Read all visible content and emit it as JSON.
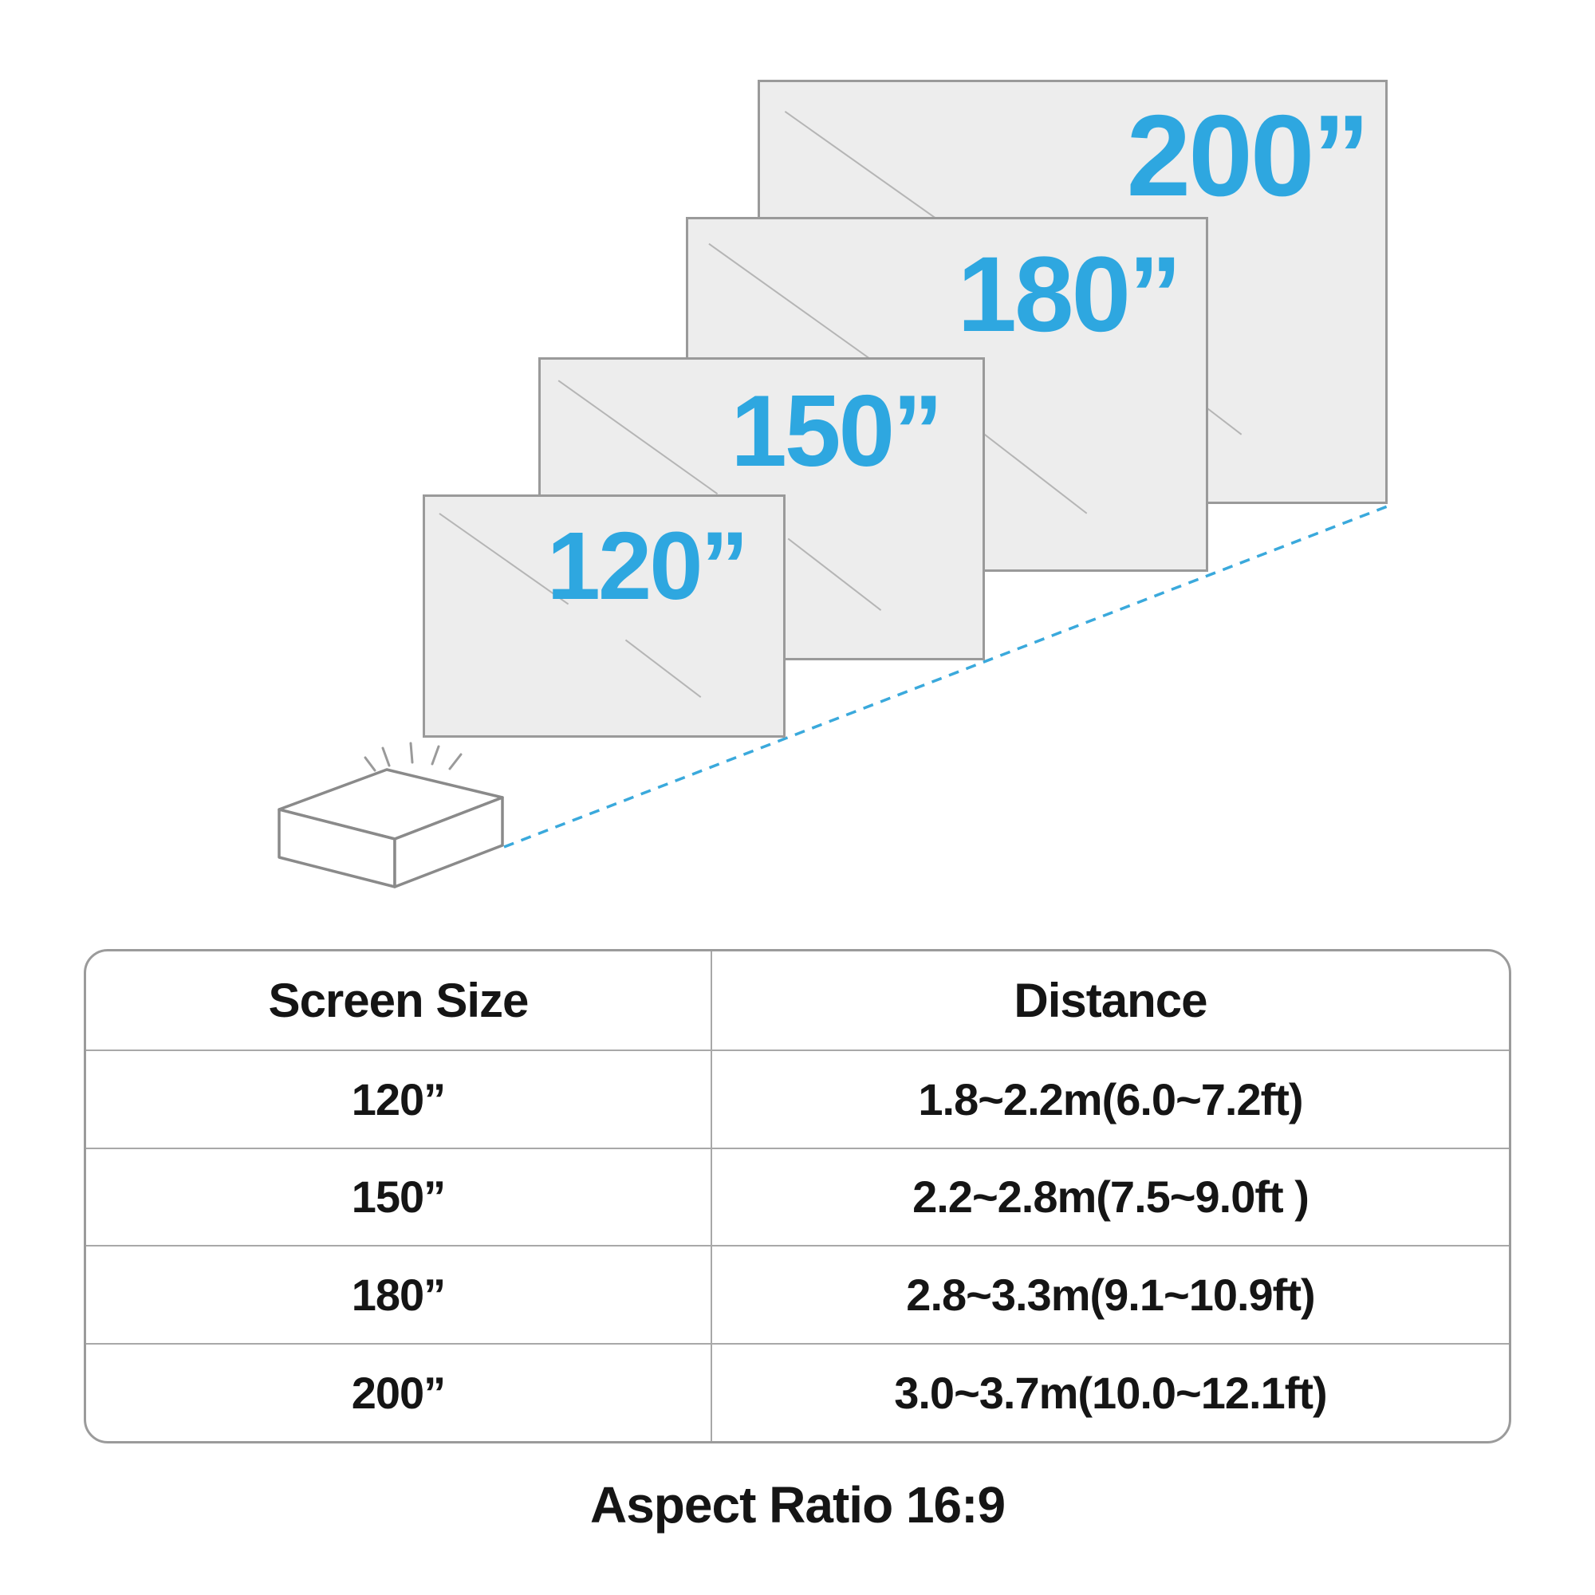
{
  "diagram": {
    "accent_color": "#2ea7e0",
    "screens": {
      "s200": {
        "label": "200”"
      },
      "s180": {
        "label": "180”"
      },
      "s150": {
        "label": "150”"
      },
      "s120": {
        "label": "120”"
      }
    }
  },
  "table": {
    "headers": {
      "screen_size": "Screen Size",
      "distance": "Distance"
    },
    "rows": [
      {
        "size": "120”",
        "distance": "1.8~2.2m(6.0~7.2ft)"
      },
      {
        "size": "150”",
        "distance": "2.2~2.8m(7.5~9.0ft )"
      },
      {
        "size": "180”",
        "distance": "2.8~3.3m(9.1~10.9ft)"
      },
      {
        "size": "200”",
        "distance": "3.0~3.7m(10.0~12.1ft)"
      }
    ]
  },
  "footer": {
    "aspect_ratio": "Aspect Ratio 16:9"
  }
}
